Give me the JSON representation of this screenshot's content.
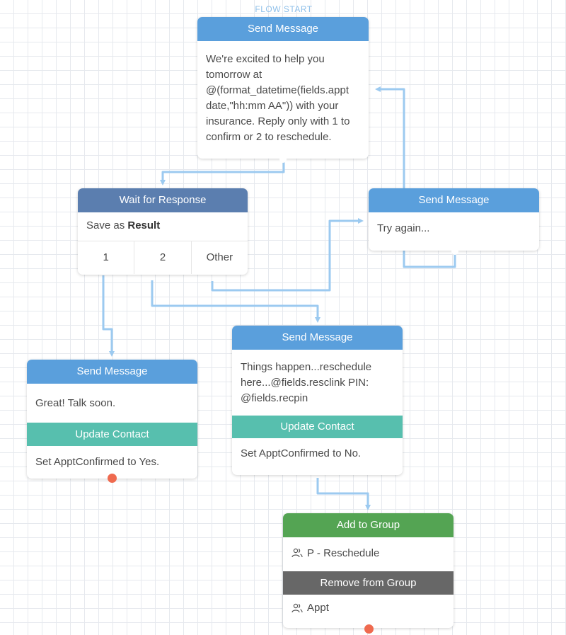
{
  "flow_start_label": "FLOW START",
  "nodes": {
    "confirm_message": {
      "header": "Send Message",
      "text": "We're excited to help you tomorrow at @(format_datetime(fields.appt date,\"hh:mm AA\")) with your insurance. Reply only with 1 to confirm or 2 to reschedule."
    },
    "wait_response": {
      "header": "Wait for Response",
      "save_prefix": "Save as",
      "save_var": "Result",
      "cases": [
        "1",
        "2",
        "Other"
      ]
    },
    "try_again": {
      "header": "Send Message",
      "text": "Try again..."
    },
    "great_message": {
      "header": "Send Message",
      "text": "Great! Talk soon.",
      "update_header": "Update Contact",
      "update_text": "Set ApptConfirmed to Yes."
    },
    "reschedule_message": {
      "header": "Send Message",
      "text": "Things happen...reschedule here...@fields.resclink PIN: @fields.recpin",
      "update_header": "Update Contact",
      "update_text": "Set ApptConfirmed to No."
    },
    "groups": {
      "add_header": "Add to Group",
      "add_group": "P - Reschedule",
      "remove_header": "Remove from Group",
      "remove_group": "Appt"
    }
  },
  "colors": {
    "send_message": "#5a9fdc",
    "wait_for_response": "#5b7eaf",
    "update_contact": "#57bfae",
    "add_to_group": "#54a453",
    "remove_from_group": "#676767",
    "connector": "#9ccaf0",
    "exit_dot": "#ef6a4f"
  },
  "icons": {
    "group": "group-icon"
  }
}
